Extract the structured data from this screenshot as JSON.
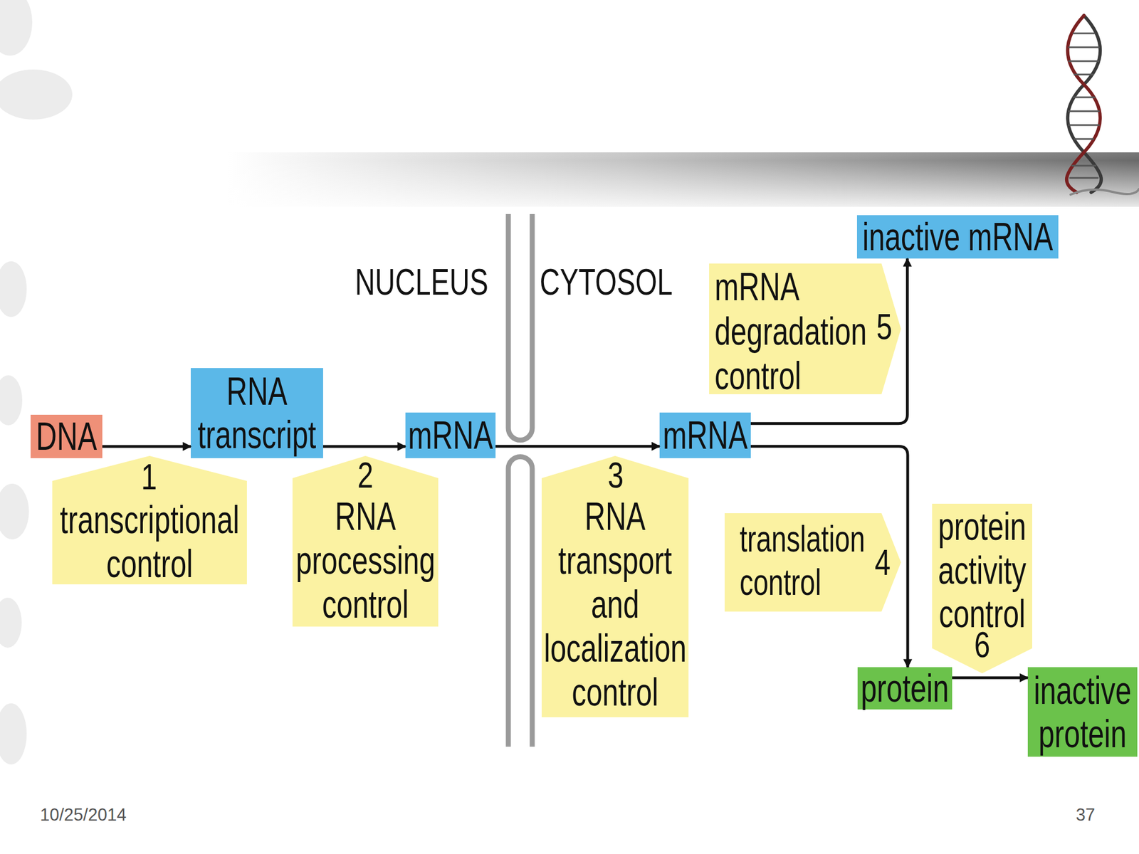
{
  "diagram": {
    "nodes": [
      {
        "text": [
          "DNA"
        ]
      },
      {
        "text": [
          "RNA transcript"
        ]
      },
      {
        "text": [
          "mRNA"
        ]
      },
      {
        "text": [
          "mRNA"
        ]
      },
      {
        "text": [
          "inactive mRNA"
        ]
      },
      {
        "text": [
          "protein"
        ]
      },
      {
        "text": [
          "inactive protein"
        ]
      },
      {
        "text": [
          "1",
          "transcriptional control"
        ]
      },
      {
        "text": [
          "2",
          "RNA processing control"
        ]
      },
      {
        "text": [
          "3",
          "RNA transport and localization control"
        ]
      },
      {
        "text": [
          "4",
          "translation control"
        ]
      },
      {
        "text": [
          "5",
          "mRNA degradation control"
        ]
      },
      {
        "text": [
          "6",
          "protein activity control"
        ]
      }
    ],
    "edges": [
      {
        "from": 0,
        "to": 1,
        "arrow": "to"
      },
      {
        "from": 1,
        "to": 2,
        "arrow": "to"
      },
      {
        "from": 2,
        "to": 3,
        "arrow": "to"
      },
      {
        "from": 3,
        "to": 4,
        "arrow": "to"
      },
      {
        "from": 3,
        "to": 5,
        "arrow": "to"
      },
      {
        "from": 5,
        "to": 6,
        "arrow": "to"
      }
    ],
    "labels": [
      "NUCLEUS",
      "CYTOSOL",
      "10/25/2014",
      "37"
    ]
  }
}
